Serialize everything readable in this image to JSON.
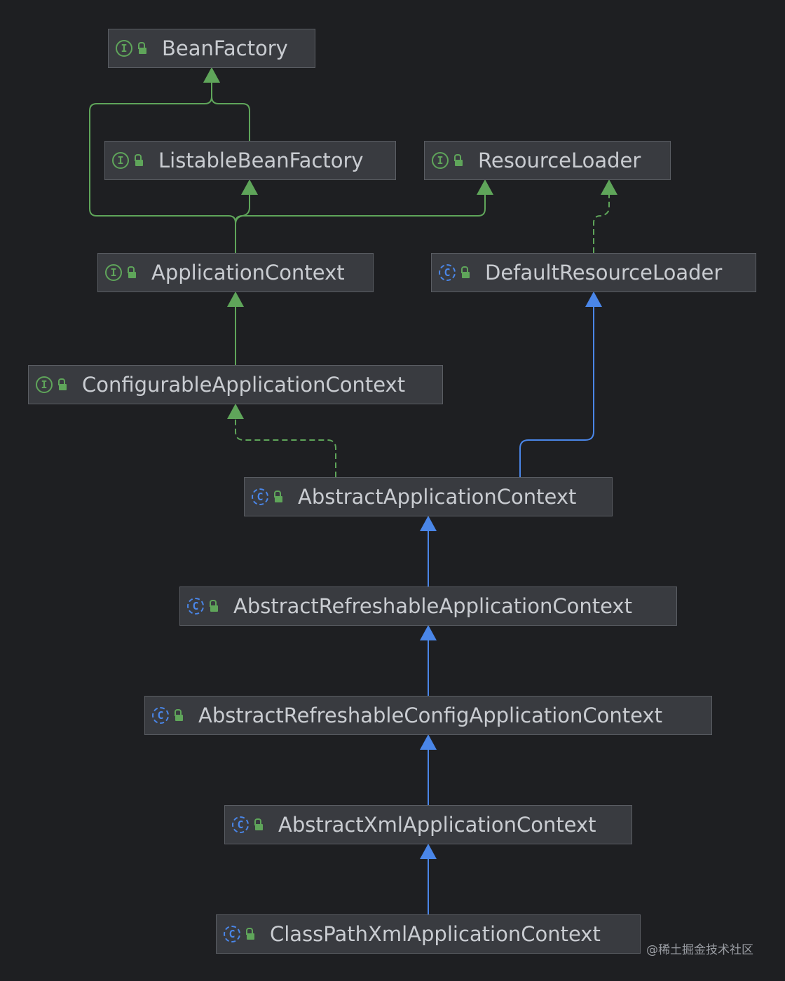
{
  "diagram": {
    "nodes": [
      {
        "id": "beanfactory",
        "label": "BeanFactory",
        "kind": "interface",
        "kind_glyph": "I"
      },
      {
        "id": "listable",
        "label": "ListableBeanFactory",
        "kind": "interface",
        "kind_glyph": "I"
      },
      {
        "id": "resourceloader",
        "label": "ResourceLoader",
        "kind": "interface",
        "kind_glyph": "I"
      },
      {
        "id": "appcontext",
        "label": "ApplicationContext",
        "kind": "interface",
        "kind_glyph": "I"
      },
      {
        "id": "defaultloader",
        "label": "DefaultResourceLoader",
        "kind": "class",
        "kind_glyph": "C"
      },
      {
        "id": "configurable",
        "label": "ConfigurableApplicationContext",
        "kind": "interface",
        "kind_glyph": "I"
      },
      {
        "id": "abstractapp",
        "label": "AbstractApplicationContext",
        "kind": "class",
        "kind_glyph": "C"
      },
      {
        "id": "refreshable",
        "label": "AbstractRefreshableApplicationContext",
        "kind": "class",
        "kind_glyph": "C"
      },
      {
        "id": "refreshableconfig",
        "label": "AbstractRefreshableConfigApplicationContext",
        "kind": "class",
        "kind_glyph": "C"
      },
      {
        "id": "xmlapp",
        "label": "AbstractXmlApplicationContext",
        "kind": "class",
        "kind_glyph": "C"
      },
      {
        "id": "classpathxml",
        "label": "ClassPathXmlApplicationContext",
        "kind": "class",
        "kind_glyph": "C"
      }
    ],
    "edges": [
      {
        "from": "listable",
        "to": "beanfactory",
        "type": "extends-interface"
      },
      {
        "from": "appcontext",
        "to": "beanfactory",
        "type": "extends-interface"
      },
      {
        "from": "appcontext",
        "to": "listable",
        "type": "extends-interface"
      },
      {
        "from": "appcontext",
        "to": "resourceloader",
        "type": "extends-interface"
      },
      {
        "from": "defaultloader",
        "to": "resourceloader",
        "type": "implements"
      },
      {
        "from": "configurable",
        "to": "appcontext",
        "type": "extends-interface"
      },
      {
        "from": "abstractapp",
        "to": "configurable",
        "type": "implements"
      },
      {
        "from": "abstractapp",
        "to": "defaultloader",
        "type": "extends-class"
      },
      {
        "from": "refreshable",
        "to": "abstractapp",
        "type": "extends-class"
      },
      {
        "from": "refreshableconfig",
        "to": "refreshable",
        "type": "extends-class"
      },
      {
        "from": "xmlapp",
        "to": "refreshableconfig",
        "type": "extends-class"
      },
      {
        "from": "classpathxml",
        "to": "xmlapp",
        "type": "extends-class"
      }
    ],
    "colors": {
      "interface_edge": "#5fa55a",
      "class_edge": "#4a86e8",
      "interface_icon": "#5fa55a",
      "class_icon": "#4a86e8"
    }
  },
  "watermark": "@稀土掘金技术社区"
}
